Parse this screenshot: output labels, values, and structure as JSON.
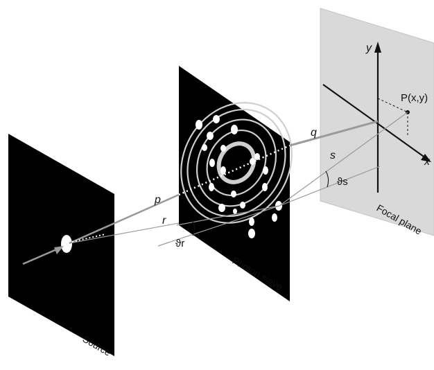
{
  "labels": {
    "point": "P(x,y)",
    "y_axis": "y",
    "x_axis": "x",
    "q": "q",
    "s": "s",
    "p": "p",
    "r": "r",
    "theta_s": "ϑs",
    "theta_r": "ϑr",
    "source": "Source",
    "sieve": "Photon sieve",
    "focal": "Focal plane"
  },
  "colors": {
    "plate": "#000000",
    "focal_plane": "#d9d9d9",
    "ray": "#9a9a9a",
    "rings": "#cfcfcf",
    "holes": "#ffffff"
  }
}
